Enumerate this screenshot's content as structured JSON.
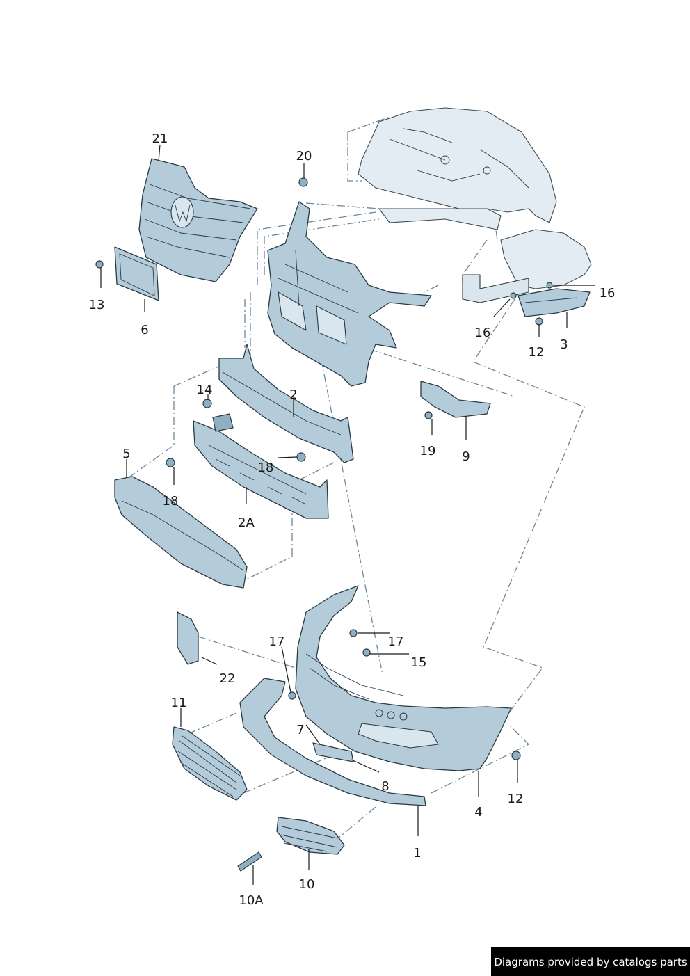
{
  "callouts": {
    "p1": "1",
    "p2": "2",
    "p2a": "2A",
    "p3": "3",
    "p4": "4",
    "p5": "5",
    "p6": "6",
    "p7": "7",
    "p8": "8",
    "p9": "9",
    "p10": "10",
    "p10a": "10A",
    "p11": "11",
    "p12a": "12",
    "p12b": "12",
    "p13": "13",
    "p14": "14",
    "p15": "15",
    "p16a": "16",
    "p16b": "16",
    "p17a": "17",
    "p17b": "17",
    "p18a": "18",
    "p18b": "18",
    "p19": "19",
    "p20": "20",
    "p21": "21",
    "p22": "22"
  },
  "credit": "Diagrams provided by catalogs parts",
  "colors": {
    "part_fill": "#b4cbd9",
    "outline": "#2a3a44",
    "dashline": "#6d8797"
  }
}
